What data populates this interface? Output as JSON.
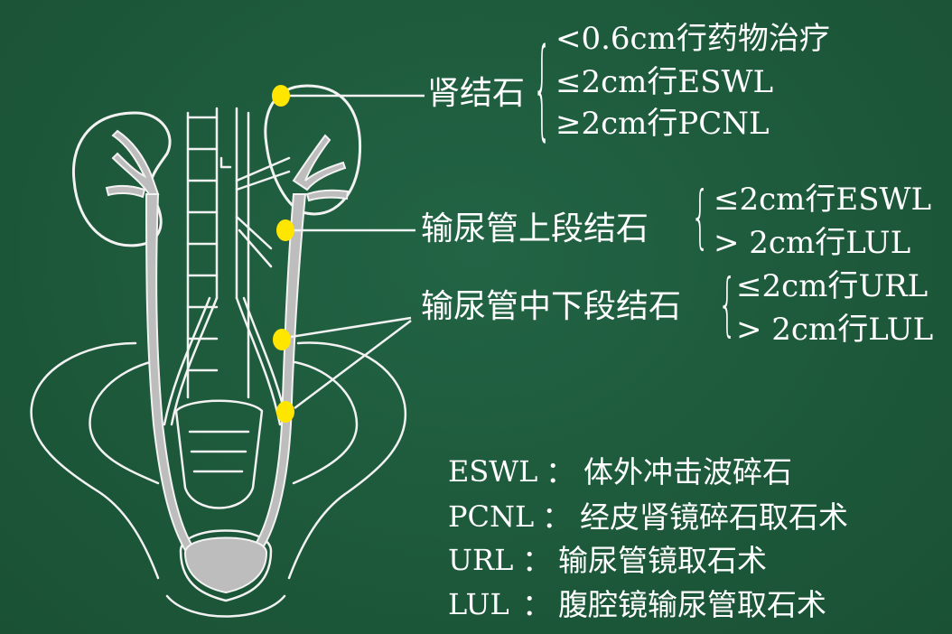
{
  "groups": {
    "kidney": {
      "label": "肾结石",
      "options": [
        "<0.6cm行药物治疗",
        "≤2cm行ESWL",
        "≥2cm行PCNL"
      ]
    },
    "upper_ureter": {
      "label": "输尿管上段结石",
      "options": [
        "≤2cm行ESWL",
        "> 2cm行LUL"
      ]
    },
    "mid_lower_ureter": {
      "label": "输尿管中下段结石",
      "options": [
        "≤2cm行URL",
        "> 2cm行LUL"
      ]
    }
  },
  "abbreviations": [
    {
      "term": "ESWL",
      "sep": "：",
      "meaning": "体外冲击波碎石"
    },
    {
      "term": "PCNL",
      "sep": "：",
      "meaning": "经皮肾镜碎石取石术"
    },
    {
      "term": "URL",
      "sep": "：",
      "meaning": "输尿管镜取石术"
    },
    {
      "term": "LUL",
      "sep": "：",
      "meaning": "腹腔镜输尿管取石术"
    }
  ],
  "colors": {
    "board": "#1e5a3c",
    "chalk": "#ffffff",
    "stone": "#ffe600",
    "organ_fill": "#bdbdbd"
  }
}
